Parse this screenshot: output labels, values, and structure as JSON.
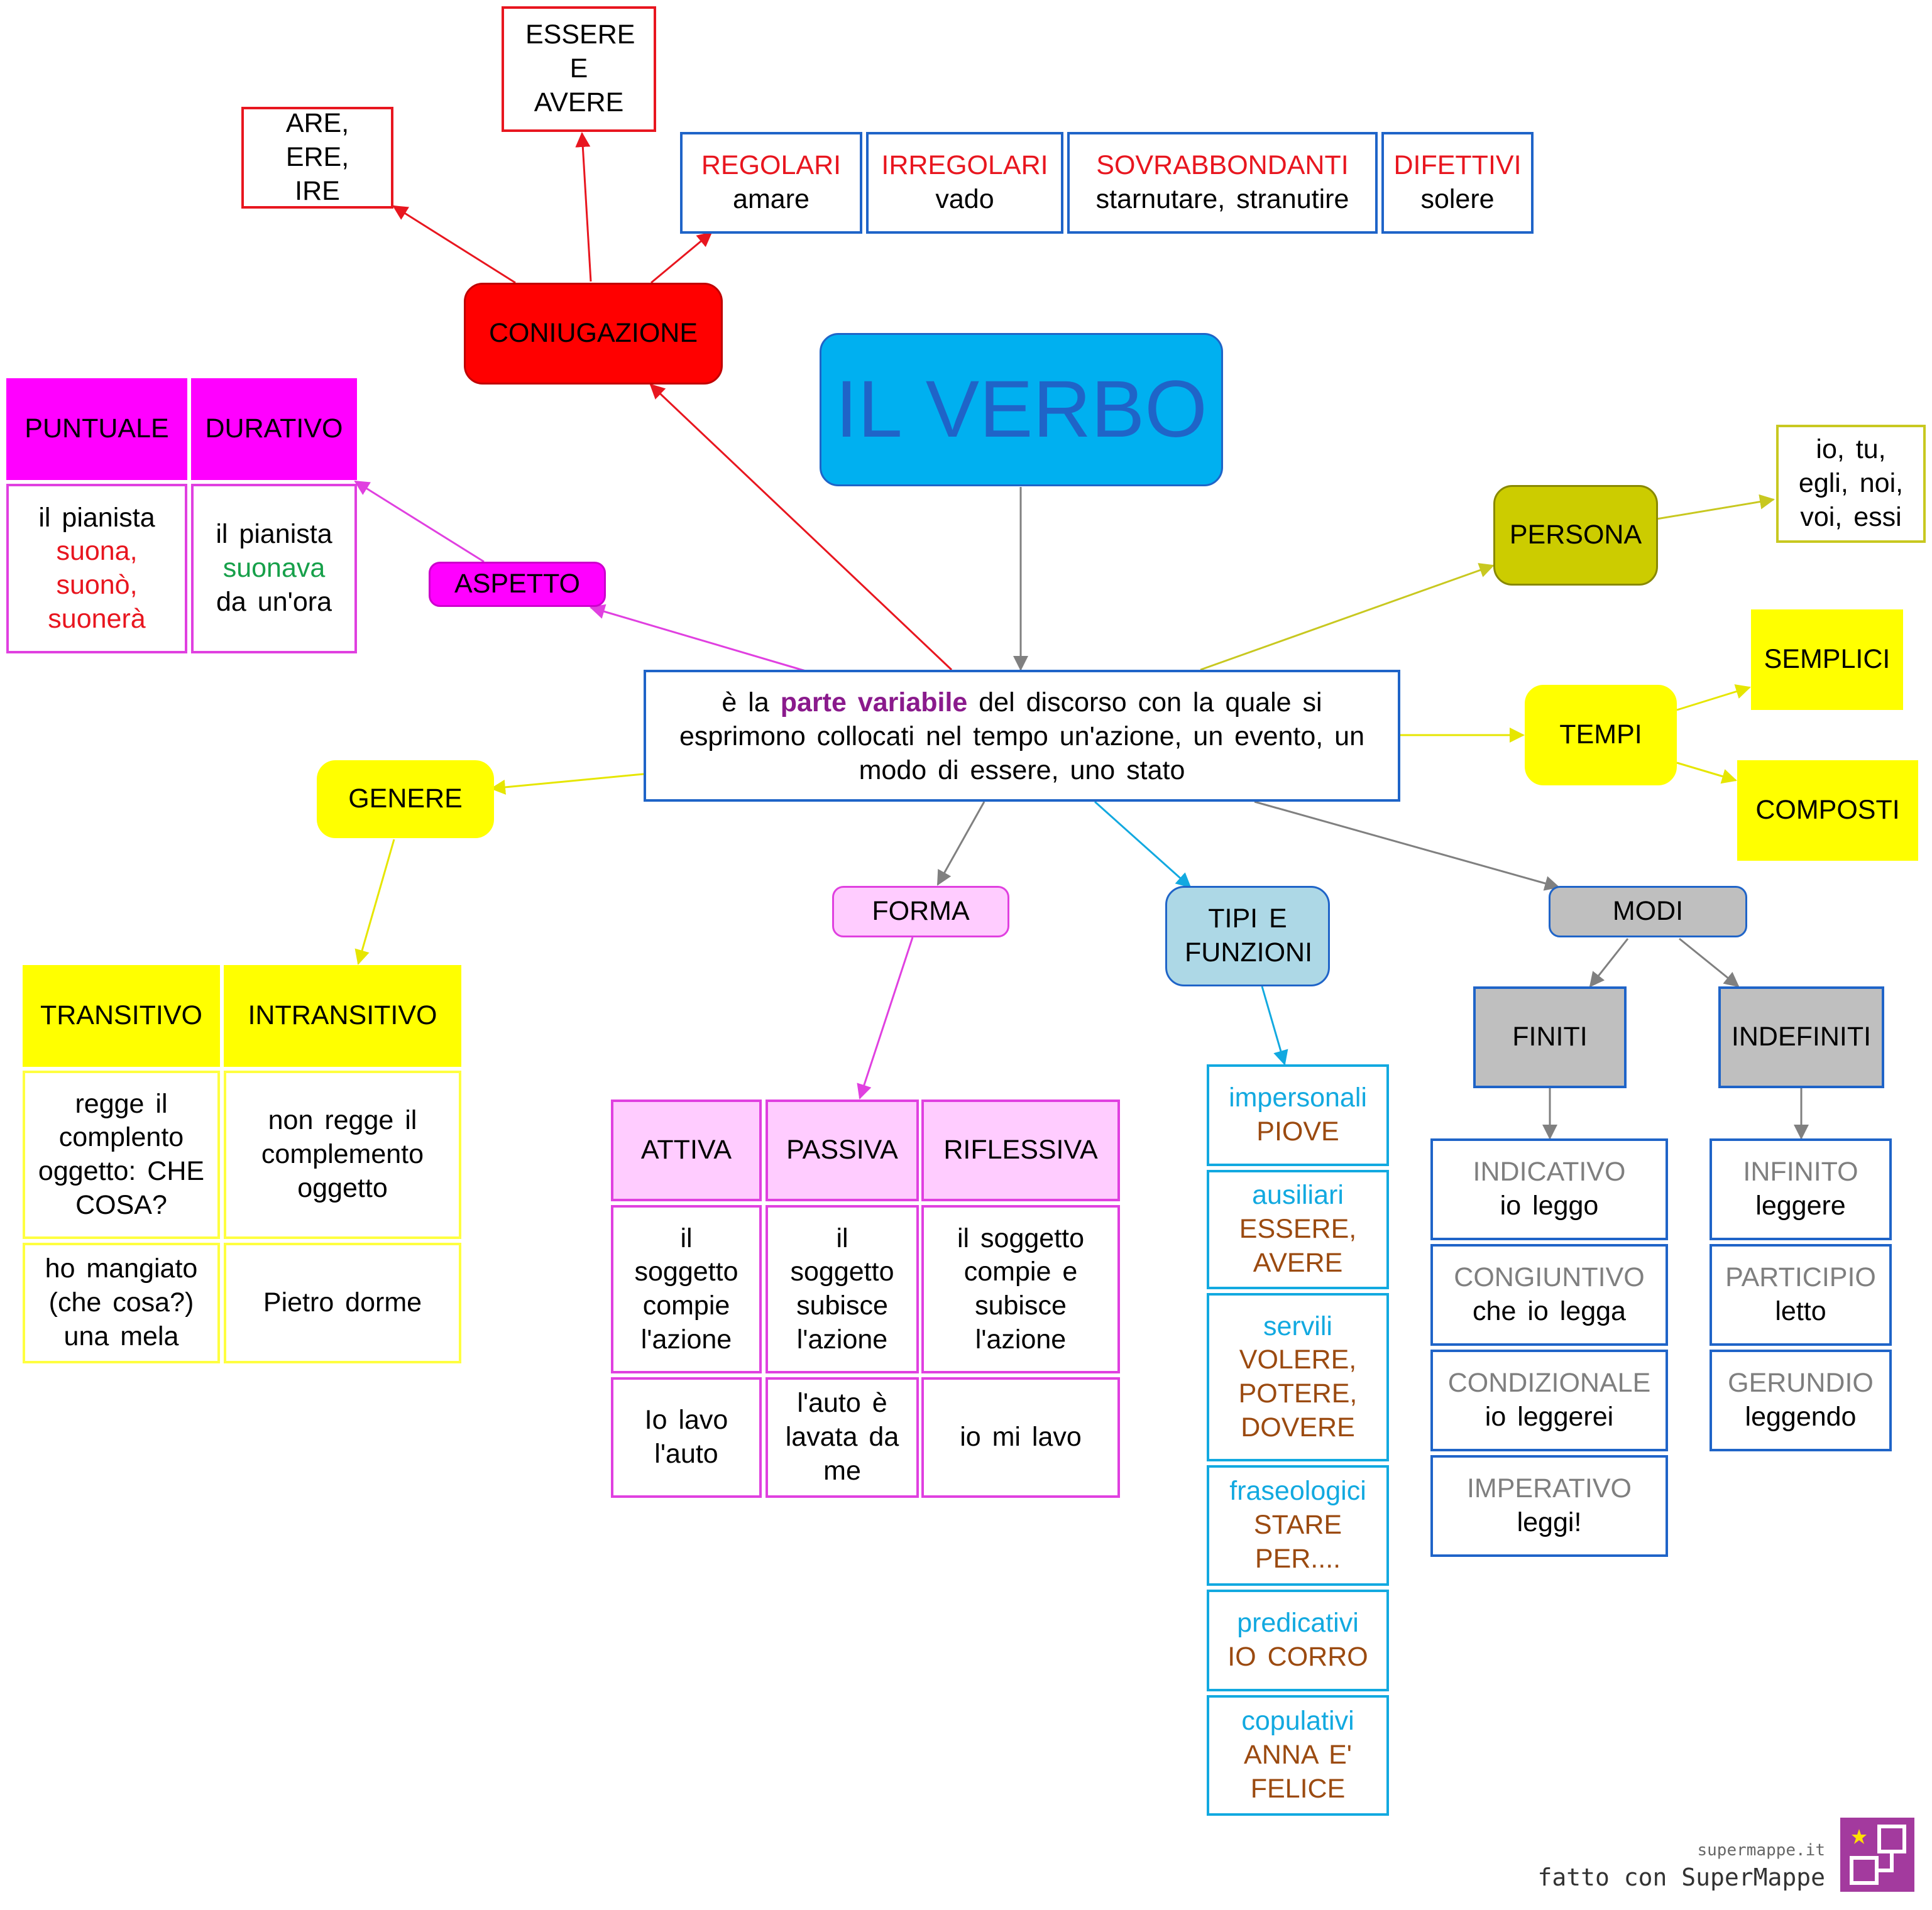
{
  "title": "IL VERBO",
  "definition": {
    "part1": "è la",
    "highlight": "parte variabile",
    "part2": "del discorso con la quale si esprimono collocati nel tempo un'azione, un evento, un modo di essere, uno stato"
  },
  "coniugazione": {
    "label": "CONIUGAZIONE",
    "are": "ARE, ERE, IRE",
    "essere": "ESSERE E AVERE",
    "types": [
      {
        "name": "REGOLARI",
        "example": "amare"
      },
      {
        "name": "IRREGOLARI",
        "example": "vado"
      },
      {
        "name": "SOVRABBONDANTI",
        "example": "starnutare, stranutire"
      },
      {
        "name": "DIFETTIVI",
        "example": "solere"
      }
    ]
  },
  "aspetto": {
    "label": "ASPETTO",
    "puntuale": "PUNTUALE",
    "durativo": "DURATIVO",
    "puntuale_ex_a": "il pianista",
    "puntuale_ex_b": "suona, suonò, suonerà",
    "durativo_ex_a": "il pianista",
    "durativo_ex_b": "suonava",
    "durativo_ex_c": "da un'ora"
  },
  "persona": {
    "label": "PERSONA",
    "list": "io, tu, egli, noi, voi, essi"
  },
  "tempi": {
    "label": "TEMPI",
    "semplici": "SEMPLICI",
    "composti": "COMPOSTI"
  },
  "genere": {
    "label": "GENERE",
    "transitivo": "TRANSITIVO",
    "intransitivo": "INTRANSITIVO",
    "trans_def": "regge il complento oggetto: CHE COSA?",
    "intrans_def": "non regge il complemento oggetto",
    "trans_ex": "ho mangiato (che cosa?) una mela",
    "intrans_ex": "Pietro dorme"
  },
  "forma": {
    "label": "FORMA",
    "headers": [
      "ATTIVA",
      "PASSIVA",
      "RIFLESSIVA"
    ],
    "defs": [
      "il soggetto compie l'azione",
      "il soggetto subisce l'azione",
      "il soggetto compie e subisce l'azione"
    ],
    "examples": [
      "Io lavo l'auto",
      "l'auto è lavata da me",
      "io mi lavo"
    ]
  },
  "tipi": {
    "label": "TIPI E FUNZIONI",
    "items": [
      {
        "name": "impersonali",
        "example": "PIOVE"
      },
      {
        "name": "ausiliari",
        "example": "ESSERE, AVERE"
      },
      {
        "name": "servili",
        "example": "VOLERE, POTERE, DOVERE"
      },
      {
        "name": "fraseologici",
        "example": "STARE PER...."
      },
      {
        "name": "predicativi",
        "example": "IO CORRO"
      },
      {
        "name": "copulativi",
        "example": "ANNA E' FELICE"
      }
    ]
  },
  "modi": {
    "label": "MODI",
    "finiti": "FINITI",
    "indefiniti": "INDEFINITI",
    "finiti_items": [
      {
        "name": "INDICATIVO",
        "example": "io leggo"
      },
      {
        "name": "CONGIUNTIVO",
        "example": "che io legga"
      },
      {
        "name": "CONDIZIONALE",
        "example": "io leggerei"
      },
      {
        "name": "IMPERATIVO",
        "example": "leggi!"
      }
    ],
    "indefiniti_items": [
      {
        "name": "INFINITO",
        "example": "leggere"
      },
      {
        "name": "PARTICIPIO",
        "example": "letto"
      },
      {
        "name": "GERUNDIO",
        "example": "leggendo"
      }
    ]
  },
  "footer": {
    "site": "supermappe.it",
    "made": "fatto con SuperMappe"
  },
  "colors": {
    "red": "#ff0000",
    "magenta": "#ff00ff",
    "yellow": "#ffff00",
    "olive": "#cccc00",
    "cyan": "#00b0f0",
    "grey": "#bfbfbf",
    "blue": "#1f64c8"
  }
}
